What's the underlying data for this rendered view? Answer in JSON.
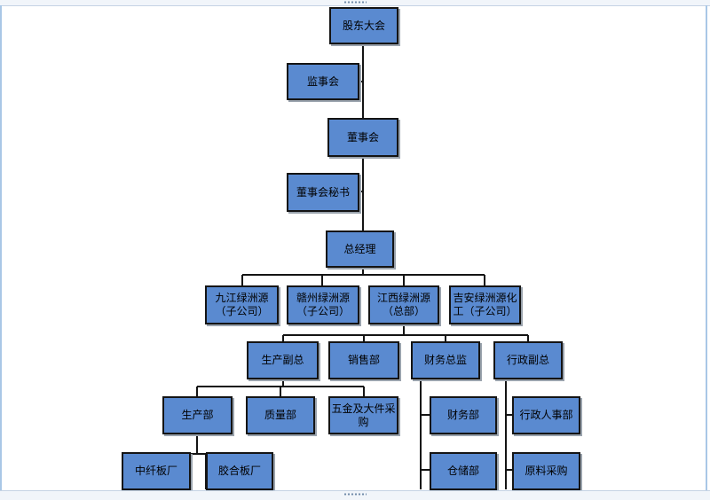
{
  "org_chart": {
    "shareholders": "股东大会",
    "supervisors": "监事会",
    "board": "董事会",
    "board_secretary": "董事会秘书",
    "general_manager": "总经理",
    "jiujiang": "九江绿洲源\n（子公司）",
    "ganzhou": "赣州绿洲源\n（子公司）",
    "jiangxi_hq": "江西绿洲源\n（总部）",
    "jian_chem": "吉安绿洲源化\n工（子公司）",
    "production_vp": "生产副总",
    "sales": "销售部",
    "finance_director": "财务总监",
    "admin_vp": "行政副总",
    "production_dept": "生产部",
    "quality_dept": "质量部",
    "hardware_procurement": "五金及大件采\n购",
    "finance_dept": "财务部",
    "hr_admin_dept": "行政人事部",
    "fiberboard_plant": "中纤板厂",
    "plywood_plant": "胶合板厂",
    "warehouse_dept": "仓储部",
    "raw_material_procurement": "原料采购"
  },
  "colors": {
    "box_fill": "#5a8ad0",
    "box_border": "#141414",
    "connector": "#141414"
  }
}
